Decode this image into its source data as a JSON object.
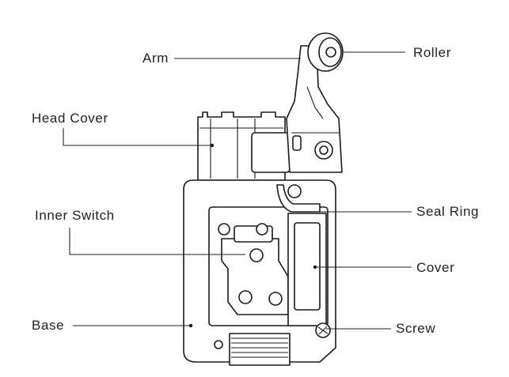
{
  "diagram": {
    "labels": {
      "arm": "Arm",
      "roller": "Roller",
      "head_cover": "Head Cover",
      "inner_switch": "Inner Switch",
      "seal_ring": "Seal Ring",
      "cover": "Cover",
      "base": "Base",
      "screw": "Screw"
    },
    "colors": {
      "stroke": "#1a1a1a",
      "background": "#ffffff"
    }
  }
}
